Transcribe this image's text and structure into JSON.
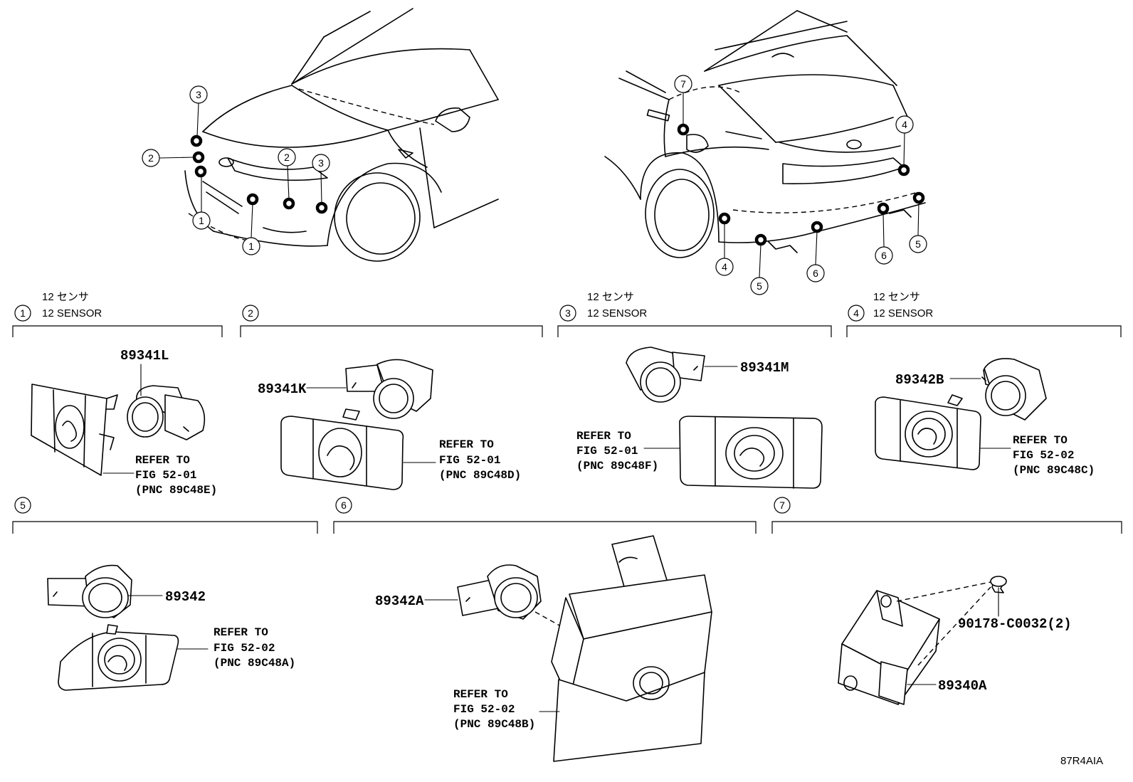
{
  "diagram": {
    "figure_id": "87R4AIA",
    "sections": [
      {
        "num": "1",
        "jp": "12 センサ",
        "en": "12 SENSOR"
      },
      {
        "num": "2",
        "jp": "",
        "en": ""
      },
      {
        "num": "3",
        "jp": "12 センサ",
        "en": "12 SENSOR"
      },
      {
        "num": "4",
        "jp": "12 センサ",
        "en": "12 SENSOR"
      },
      {
        "num": "5",
        "jp": "",
        "en": ""
      },
      {
        "num": "6",
        "jp": "",
        "en": ""
      },
      {
        "num": "7",
        "jp": "",
        "en": ""
      }
    ],
    "parts": {
      "p1": "89341L",
      "p2": "89341K",
      "p3": "89341M",
      "p4": "89342B",
      "p5": "89342",
      "p6": "89342A",
      "p7a": "90178-C0032(2)",
      "p7b": "89340A"
    },
    "refs": {
      "r1": [
        "REFER TO",
        "FIG 52-01",
        "(PNC 89C48E)"
      ],
      "r2": [
        "REFER TO",
        "FIG 52-01",
        "(PNC 89C48D)"
      ],
      "r3": [
        "REFER TO",
        "FIG 52-01",
        "(PNC 89C48F)"
      ],
      "r4": [
        "REFER TO",
        "FIG 52-02",
        "(PNC 89C48C)"
      ],
      "r5": [
        "REFER TO",
        "FIG 52-02",
        "(PNC 89C48A)"
      ],
      "r6": [
        "REFER TO",
        "FIG 52-02",
        "(PNC 89C48B)"
      ]
    },
    "front_callouts": [
      "3",
      "2",
      "1",
      "1",
      "2",
      "3"
    ],
    "rear_callouts": [
      "7",
      "4",
      "4",
      "5",
      "6",
      "6",
      "5"
    ]
  }
}
